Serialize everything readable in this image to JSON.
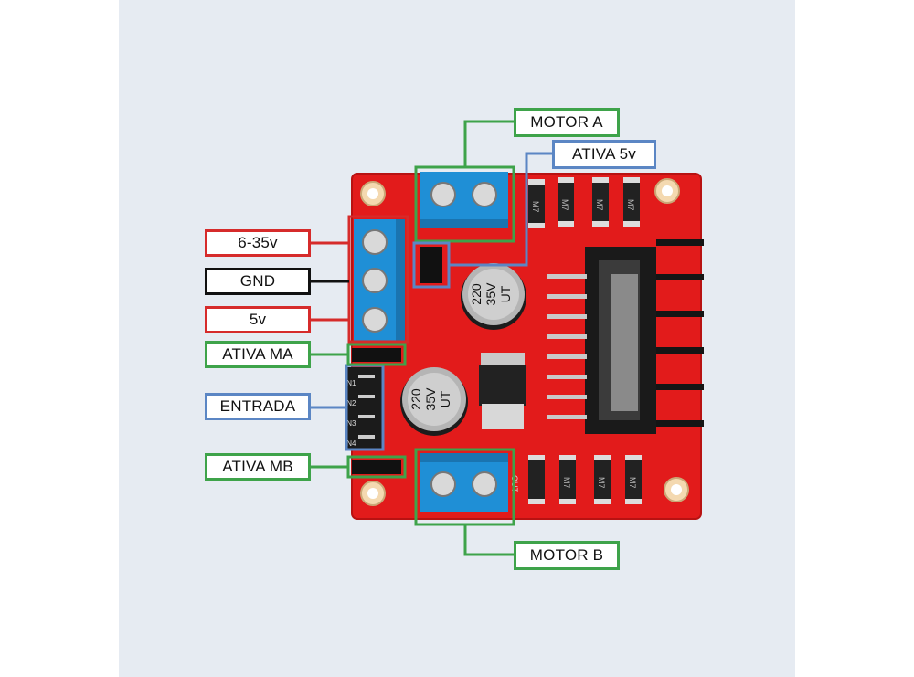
{
  "labels": {
    "motor_a": "MOTOR A",
    "ativa_5v": "ATIVA 5v",
    "v6_35": "6-35v",
    "gnd": "GND",
    "v5": "5v",
    "ativa_ma": "ATIVA MA",
    "entrada": "ENTRADA",
    "ativa_mb": "ATIVA MB",
    "motor_b": "MOTOR B"
  },
  "capacitor": {
    "line1": "220",
    "line2": "35V",
    "line3": "UT"
  },
  "silkscreen": {
    "diode": "M7",
    "in1": "IN1",
    "in2": "IN2",
    "in3": "IN3",
    "in4": "IN4",
    "out": "OUT"
  },
  "colors": {
    "board": "#e21b1b",
    "terminal": "#1f8fd6",
    "green_line": "#3ea34a",
    "red_line": "#d62b2b",
    "blue_line": "#5b86c4",
    "black_line": "#111111"
  }
}
